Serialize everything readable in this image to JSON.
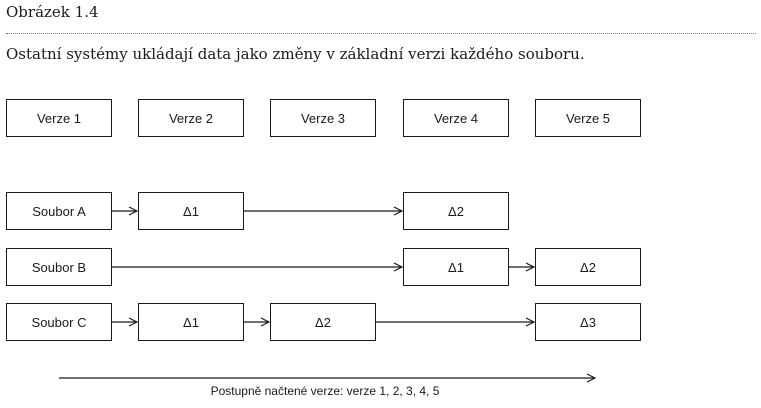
{
  "figure": {
    "label": "Obrázek 1.4",
    "caption": "Ostatní systémy ukládají data jako změny v základní verzi každého souboru."
  },
  "versions": [
    "Verze 1",
    "Verze 2",
    "Verze 3",
    "Verze 4",
    "Verze 5"
  ],
  "files": [
    {
      "name": "Soubor A",
      "cells": [
        "",
        "Δ1",
        "",
        "Δ2",
        ""
      ]
    },
    {
      "name": "Soubor B",
      "cells": [
        "",
        "",
        "",
        "Δ1",
        "Δ2"
      ]
    },
    {
      "name": "Soubor C",
      "cells": [
        "",
        "Δ1",
        "Δ2",
        "",
        "Δ3"
      ]
    }
  ],
  "timeline": {
    "label": "Postupně načtené verze: verze 1, 2, 3, 4, 5"
  }
}
